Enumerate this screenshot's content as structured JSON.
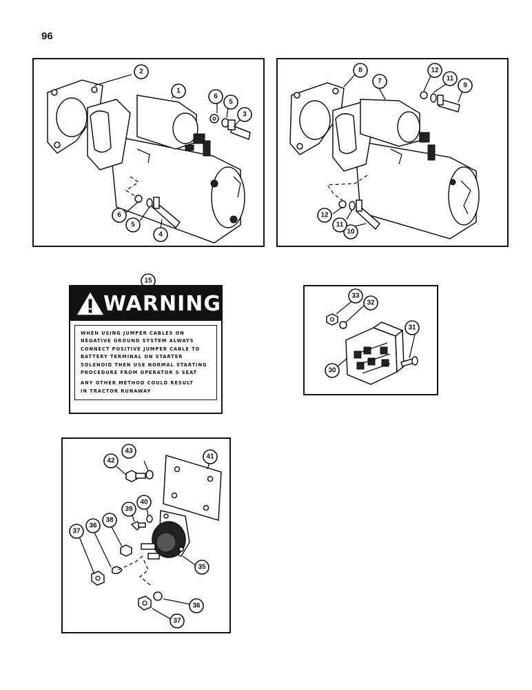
{
  "page_number": "96",
  "panel1": {
    "callouts": [
      "1",
      "2",
      "3",
      "4",
      "5",
      "6",
      "5",
      "6"
    ]
  },
  "panel2": {
    "callouts": [
      "7",
      "8",
      "9",
      "10",
      "11",
      "12",
      "11",
      "12"
    ]
  },
  "warning_label": {
    "callout": "15",
    "title": "WARNING",
    "lines1": [
      "WHEN USING JUMPER CABLES ON",
      "NEGATIVE GROUND SYSTEM ALWAYS",
      "CONNECT POSITIVE JUMPER CABLE TO",
      "BATTERY TERMINAL ON STARTER",
      "SOLENOID THEN USE NORMAL STARTING",
      "PROCEDURE FROM OPERATOR S SEAT"
    ],
    "lines2": [
      "ANY OTHER METHOD COULD RESULT",
      "IN TRACTOR RUNAWAY"
    ]
  },
  "panel3": {
    "callouts": [
      "30",
      "31",
      "32",
      "33"
    ]
  },
  "panel4": {
    "callouts": [
      "35",
      "36",
      "37",
      "38",
      "39",
      "40",
      "41",
      "42",
      "43",
      "36",
      "37"
    ]
  },
  "colors": {
    "ink": "#111111",
    "paper": "#ffffff"
  }
}
